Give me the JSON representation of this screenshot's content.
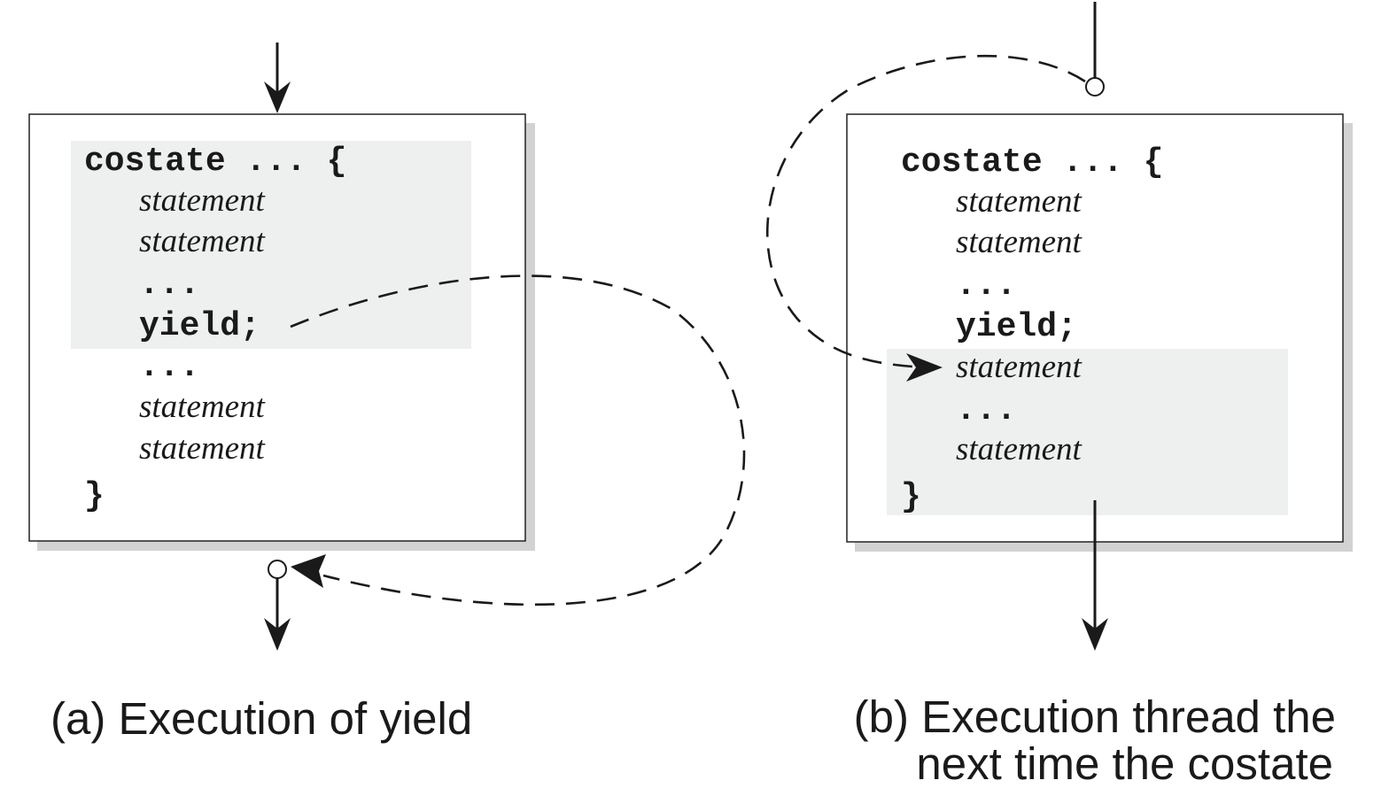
{
  "code": {
    "header": "costate ... {",
    "statement": "statement",
    "ellipsis": "...",
    "yield": "yield;",
    "close_brace": "}"
  },
  "captions": {
    "a": "(a) Execution of yield",
    "b_line1": "(b) Execution thread the",
    "b_line2": "next time the costate"
  }
}
